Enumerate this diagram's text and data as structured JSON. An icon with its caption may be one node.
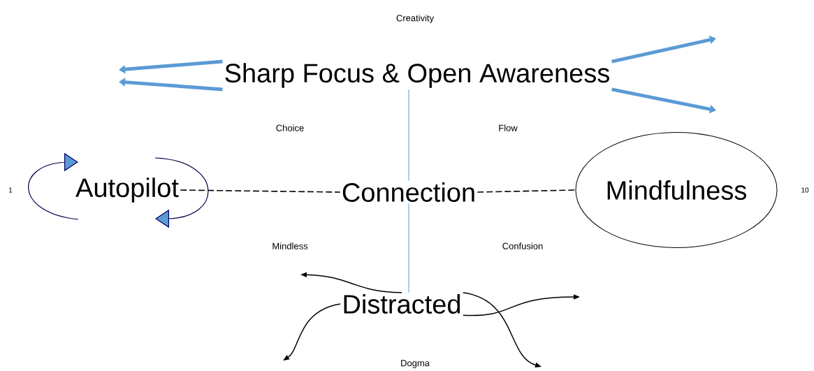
{
  "diagram": {
    "nodes": [
      {
        "text": [
          "Sharp Focus & Open Awareness"
        ]
      },
      {
        "text": [
          "Autopilot"
        ]
      },
      {
        "text": [
          "Connection"
        ]
      },
      {
        "text": [
          "Mindfulness"
        ]
      },
      {
        "text": [
          "Distracted"
        ]
      }
    ],
    "edges": [
      {
        "from": 1,
        "to": 2,
        "arrow": "none",
        "style": "dashed"
      },
      {
        "from": 2,
        "to": 3,
        "arrow": "none",
        "style": "dashed"
      },
      {
        "from": 0,
        "to": 2,
        "arrow": "none",
        "color": "#5b9bd5"
      },
      {
        "from": 2,
        "to": 4,
        "arrow": "none",
        "color": "#5b9bd5"
      },
      {
        "from": 0,
        "to": null,
        "arrow": "to",
        "style": "thick",
        "color": "#5b9bd5"
      },
      {
        "from": 0,
        "to": null,
        "arrow": "to",
        "style": "thick",
        "color": "#5b9bd5"
      },
      {
        "from": 0,
        "to": null,
        "arrow": "to",
        "style": "thick",
        "color": "#5b9bd5"
      },
      {
        "from": 0,
        "to": null,
        "arrow": "to",
        "style": "thick",
        "color": "#5b9bd5"
      },
      {
        "from": 4,
        "to": null,
        "arrow": "to"
      },
      {
        "from": 4,
        "to": null,
        "arrow": "to"
      },
      {
        "from": 4,
        "to": null,
        "arrow": "to"
      },
      {
        "from": 4,
        "to": null,
        "arrow": "to"
      }
    ],
    "labels": [
      "Creativity",
      "Choice",
      "Flow",
      "1",
      "Mindless",
      "Confusion",
      "10",
      "Dogma"
    ]
  }
}
